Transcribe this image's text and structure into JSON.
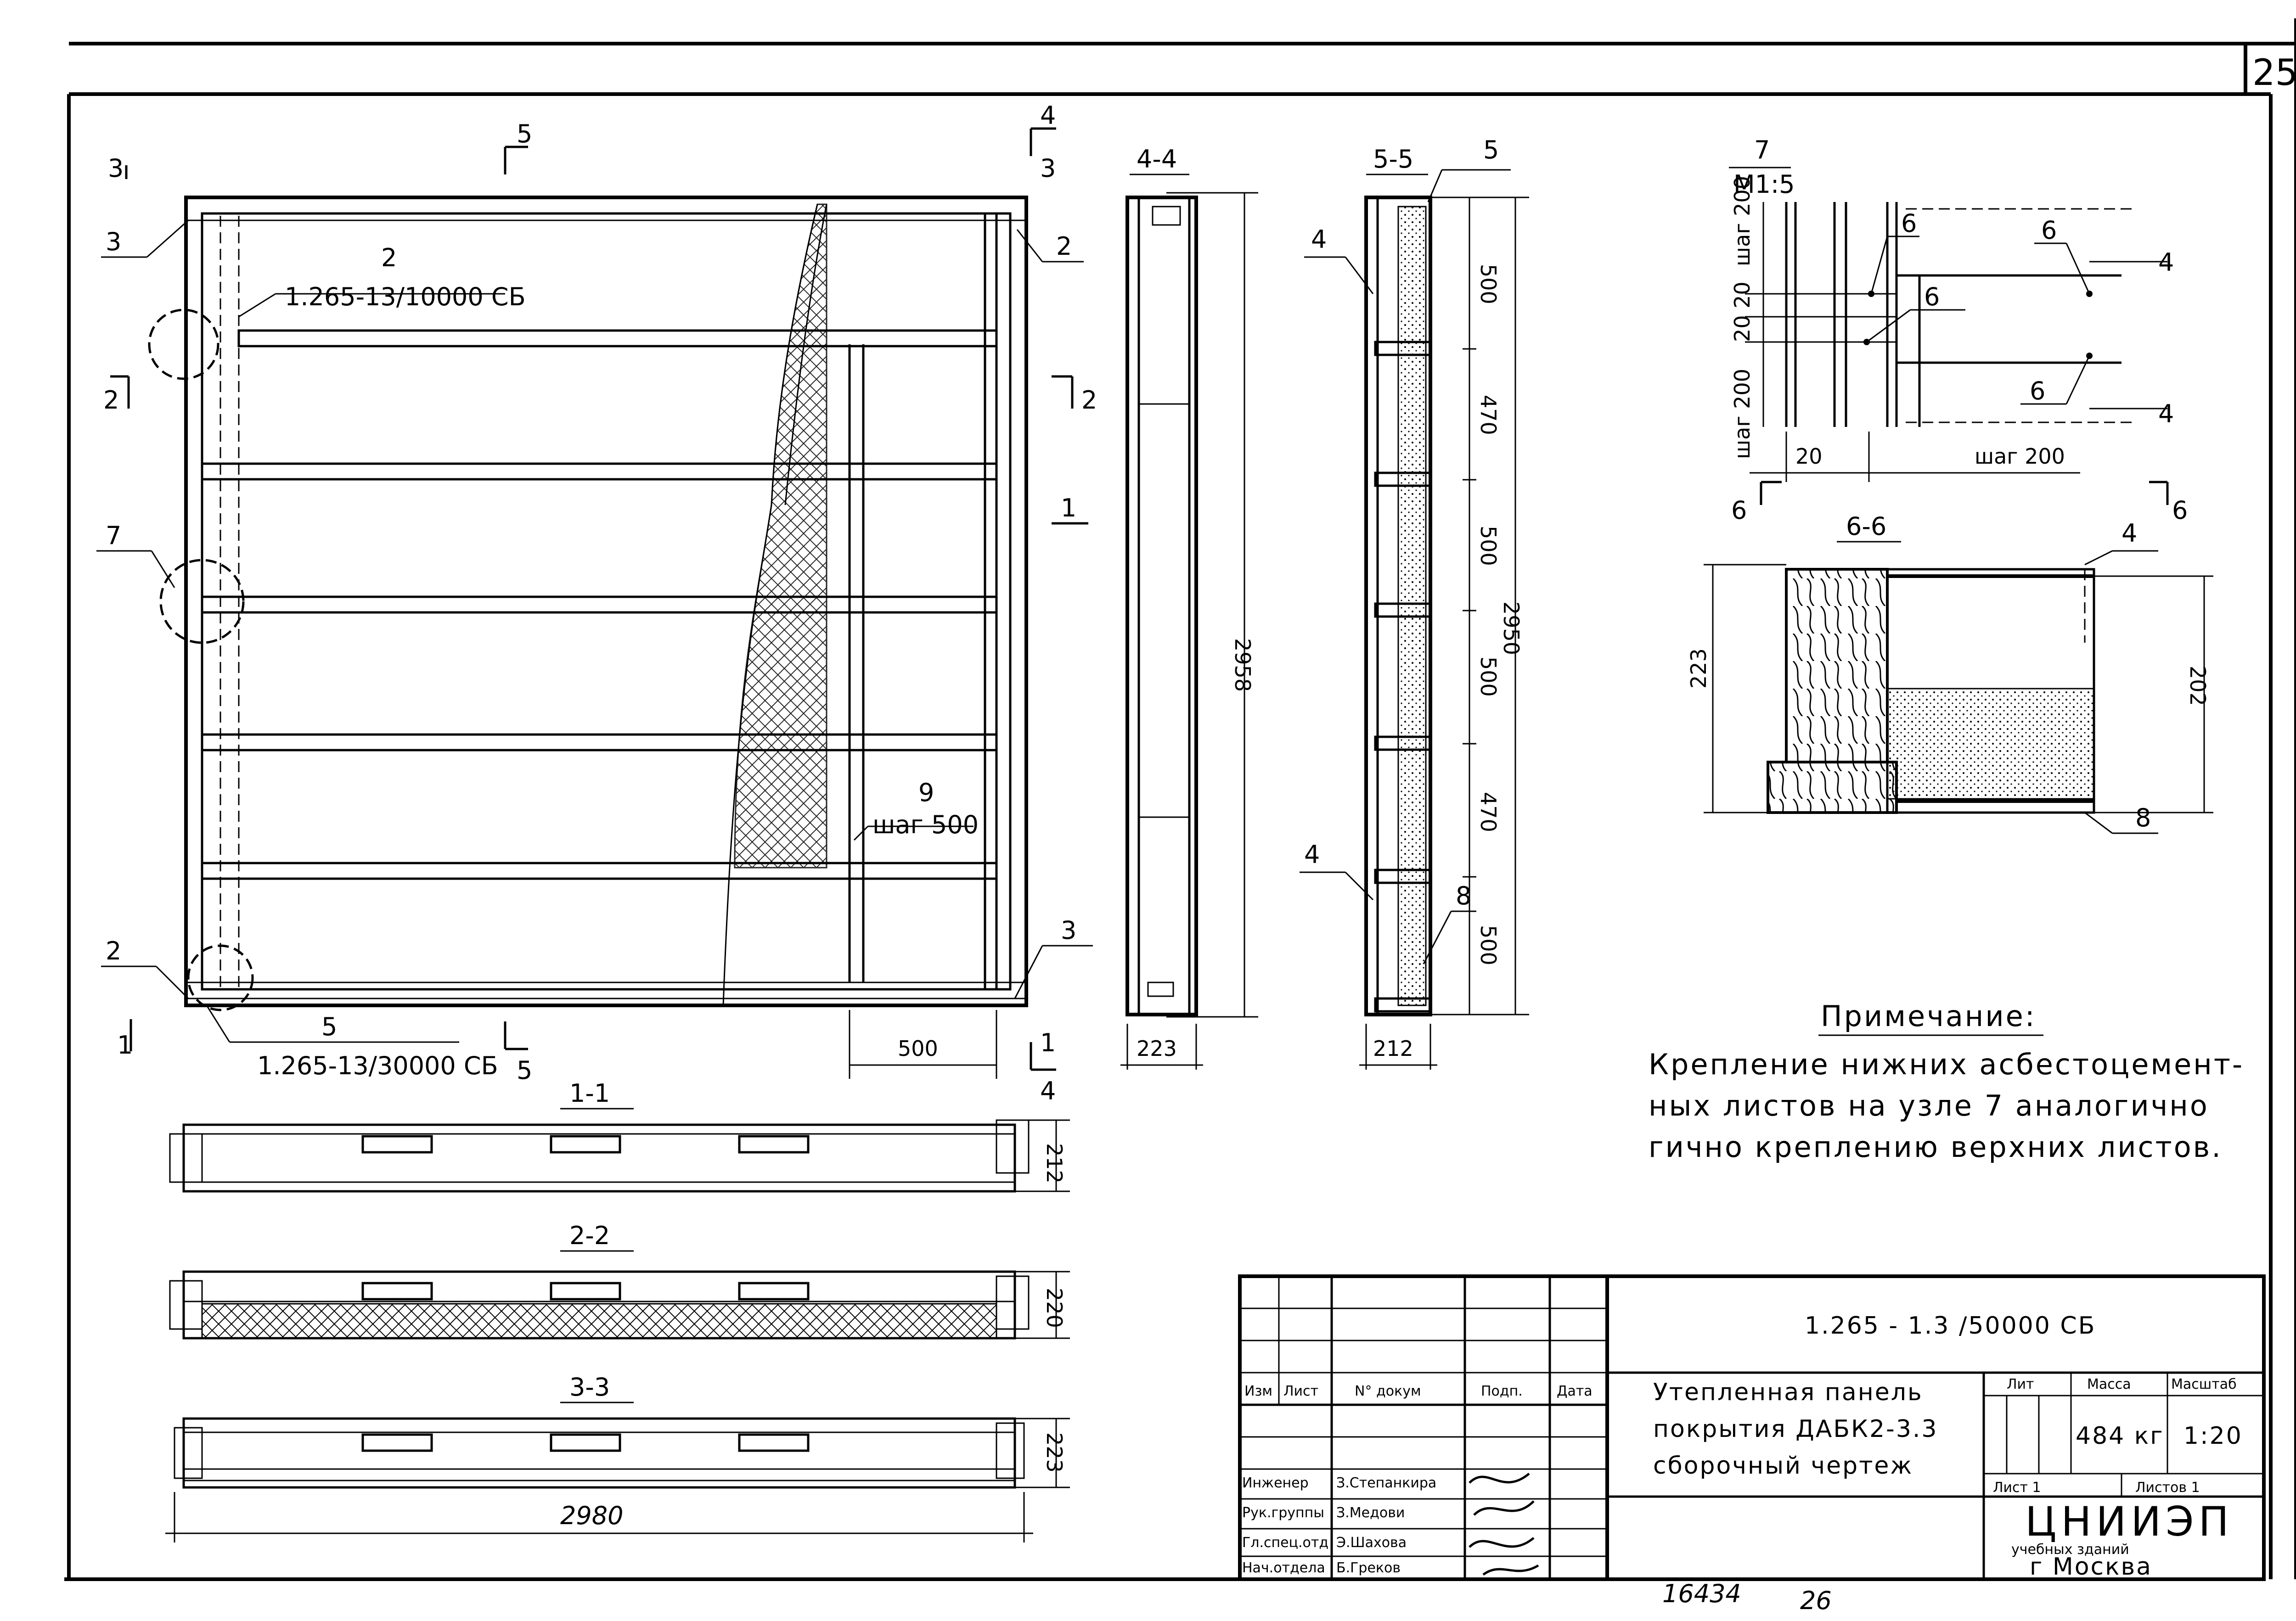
{
  "sheet": {
    "number": "25",
    "footer_number": "16434",
    "footer_page": "26"
  },
  "main_view": {
    "section_5_label": "5",
    "section_5_bottom_label": "5",
    "section_4_label": "4",
    "section_4_small": "3",
    "section_4_bottom": "1",
    "section_4_bottom_num": "4",
    "section_3_top": "3",
    "section_2_left": "2",
    "section_2_right": "2",
    "section_1_left": "1",
    "section_1_right": "1",
    "callout_3_left": "3",
    "callout_2_top": "2",
    "callout_2_top_ref": "1.265-13/10000 СБ",
    "callout_2_right": "2",
    "callout_7": "7",
    "callout_2_bottom": "2",
    "callout_5_bottom": "5",
    "callout_5_bottom_ref": "1.265-13/30000 СБ",
    "callout_3_bottom": "3",
    "callout_9": "9",
    "callout_9_text": "шаг 500",
    "dim_500": "500"
  },
  "section_4_4": {
    "title": "4-4",
    "height_dim": "2958",
    "width_dim": "223"
  },
  "section_5_5": {
    "title": "5-5",
    "callout_5": "5",
    "callout_4_top": "4",
    "callout_4_bottom": "4",
    "callout_8": "8",
    "dims": [
      "500",
      "470",
      "500",
      "500",
      "470",
      "500"
    ],
    "total_dim": "2950",
    "width_dim": "212"
  },
  "detail_7": {
    "title": "7",
    "scale": "М1:5",
    "step_top": "шаг 200",
    "step_mid": "20 20",
    "step_bot": "шаг 200",
    "dim_20": "20",
    "dim_step": "шаг 200",
    "label_6a": "6",
    "label_6b": "6",
    "label_6c": "6",
    "label_6d": "6",
    "label_4a": "4",
    "label_4b": "4",
    "cut_left": "6",
    "cut_right": "6"
  },
  "section_6_6": {
    "title": "6-6",
    "dim_left": "223",
    "dim_right": "202",
    "label_4": "4",
    "label_8": "8"
  },
  "note": {
    "title": "Примечание:",
    "lines": [
      "Крепление нижних асбестоцемент-",
      "ных листов на узле  7 аналогично",
      "гично креплению верхних листов."
    ]
  },
  "section_1_1": {
    "title": "1-1",
    "dim": "212"
  },
  "section_2_2": {
    "title": "2-2",
    "dim": "220"
  },
  "section_3_3": {
    "title": "3-3",
    "dim": "223",
    "length": "2980"
  },
  "title_block": {
    "doc_code": "1.265 - 1.3 /50000 СБ",
    "title_lines": [
      "Утепленная панель",
      "покрытия ДАБК2-3.3",
      "сборочный чертеж"
    ],
    "col_headers": [
      "Изм",
      "Лист",
      "N° докум",
      "Подп.",
      "Дата"
    ],
    "roles": [
      "Инженер",
      "Рук.группы",
      "Гл.спец.отд",
      "Нач.отдела"
    ],
    "names": [
      "З.Степанкира",
      "З.Медови",
      "Э.Шахова",
      "Б.Греков"
    ],
    "lit_label": "Лит",
    "mass_label": "Масса",
    "scale_label": "Масштаб",
    "mass_value": "484 кг",
    "scale_value": "1:20",
    "sheet_label": "Лист 1",
    "sheets_label": "Листов 1",
    "org_name": "ЦНИИЭП",
    "org_sub1": "учебных зданий",
    "org_sub2": "г Москва"
  }
}
